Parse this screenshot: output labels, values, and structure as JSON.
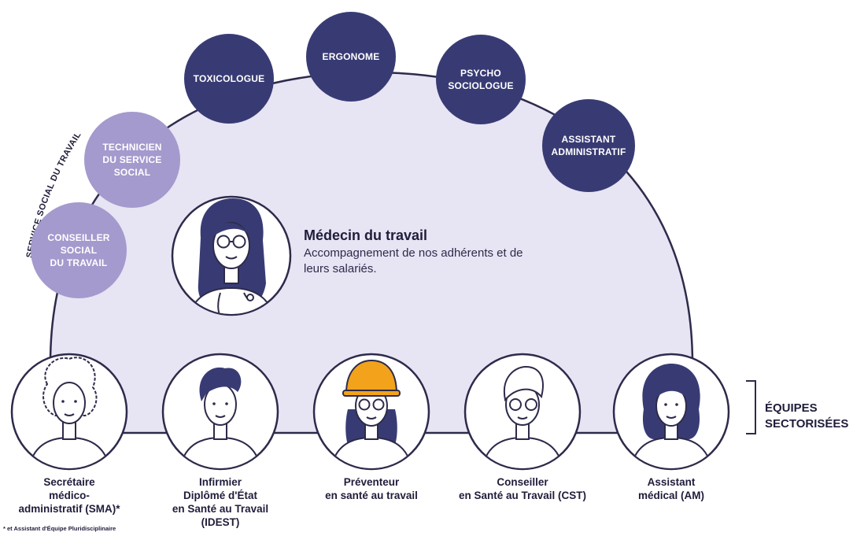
{
  "arc_label": "SERVICE SOCIAL DU TRAVAIL",
  "bubbles": [
    {
      "id": "conseiller-social",
      "label": "CONSEILLER\nSOCIAL\nDU TRAVAIL",
      "tone": "light"
    },
    {
      "id": "technicien",
      "label": "TECHNICIEN\nDU SERVICE\nSOCIAL",
      "tone": "light"
    },
    {
      "id": "toxicologue",
      "label": "TOXICOLOGUE",
      "tone": "dark"
    },
    {
      "id": "ergonome",
      "label": "ERGONOME",
      "tone": "dark"
    },
    {
      "id": "psycho",
      "label": "PSYCHO\nSOCIOLOGUE",
      "tone": "dark"
    },
    {
      "id": "assistant-admin",
      "label": "ASSISTANT\nADMINISTRATIF",
      "tone": "dark"
    }
  ],
  "doctor": {
    "title": "Médecin du travail",
    "description": "Accompagnement de nos adhérents et de leurs salariés."
  },
  "people": [
    {
      "id": "sma",
      "label": "Secrétaire\nmédico-\nadministratif (SMA)*"
    },
    {
      "id": "idest",
      "label": "Infirmier\nDiplômé d'État\nen Santé au Travail\n(IDEST)"
    },
    {
      "id": "preventeur",
      "label": "Préventeur\nen santé au travail"
    },
    {
      "id": "cst",
      "label": "Conseiller\nen Santé au Travail (CST)"
    },
    {
      "id": "am",
      "label": "Assistant\nmédical (AM)"
    }
  ],
  "footnote": "* et Assistant d'Équipe Pluridisciplinaire",
  "equipes_label": "ÉQUIPES\nSECTORISÉES",
  "colors": {
    "dark_bubble": "#383b73",
    "light_bubble": "#a49acd",
    "dome_fill": "#e7e4f4",
    "outline": "#2d2b4a",
    "skin": "#ffffff",
    "hair_dark": "#383b73",
    "helmet": "#f2a31b"
  }
}
